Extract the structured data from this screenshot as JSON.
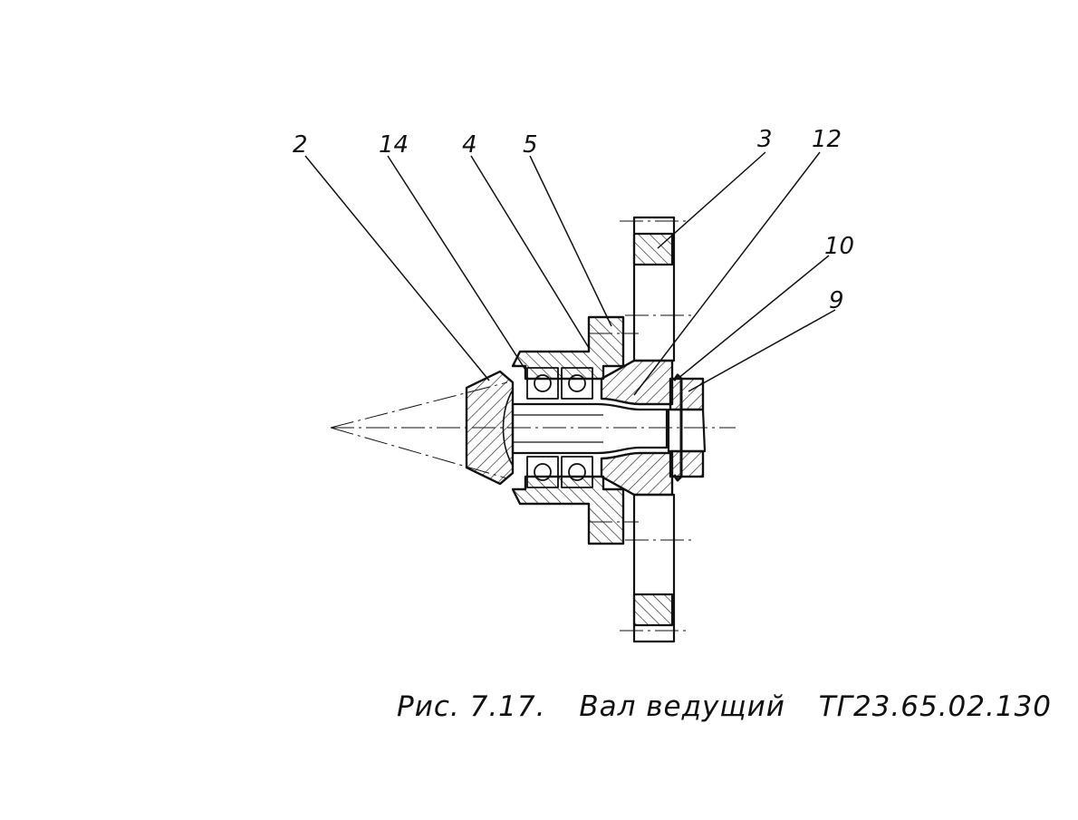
{
  "callouts": {
    "c2": "2",
    "c14": "14",
    "c4": "4",
    "c5": "5",
    "c3": "3",
    "c12": "12",
    "c10": "10",
    "c9": "9"
  },
  "caption": {
    "figure": "Рис. 7.17.",
    "title": "Вал ведущий",
    "code": "ТГ23.65.02.130"
  }
}
